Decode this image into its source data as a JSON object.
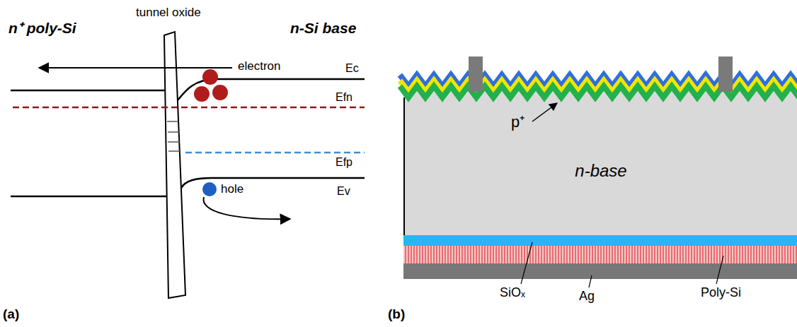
{
  "diagram": {
    "nodes": [
      {
        "text": [
          "n-base"
        ]
      }
    ],
    "labels": [
      "n⁺ poly-Si",
      "tunnel oxide",
      "n-Si base",
      "electron",
      "Ec",
      "Efn",
      "Efp",
      "hole",
      "Ev",
      "(a)",
      "p⁺",
      "SiOₓ",
      "Ag",
      "Poly-Si",
      "(b)"
    ]
  }
}
